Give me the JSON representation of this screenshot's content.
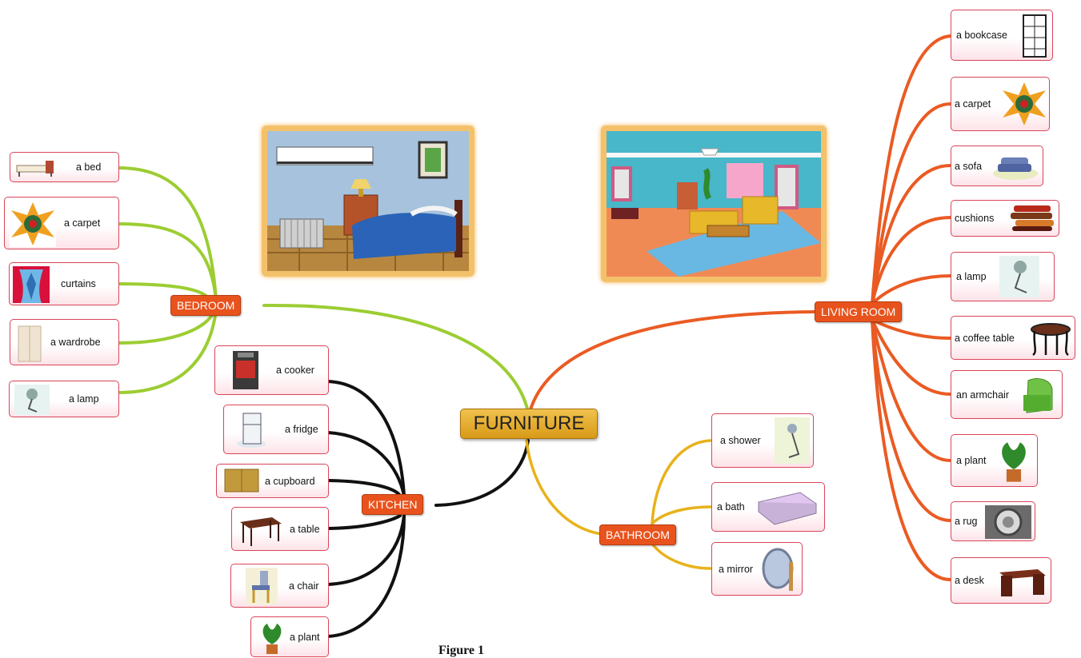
{
  "center": "FURNITURE",
  "caption": "Figure 1",
  "colors": {
    "bedroom": "#9ccd33",
    "kitchen": "#111111",
    "bathroom": "#e8b21b",
    "living": "#ea5b23"
  },
  "bedroom": {
    "label": "BEDROOM",
    "items": [
      {
        "label": "a bed",
        "icon": "bed-icon"
      },
      {
        "label": "a carpet",
        "icon": "carpet-icon"
      },
      {
        "label": "curtains",
        "icon": "curtains-icon"
      },
      {
        "label": "a wardrobe",
        "icon": "wardrobe-icon"
      },
      {
        "label": "a lamp",
        "icon": "lamp-icon"
      }
    ]
  },
  "kitchen": {
    "label": "KITCHEN",
    "items": [
      {
        "label": "a cooker",
        "icon": "cooker-icon"
      },
      {
        "label": "a fridge",
        "icon": "fridge-icon"
      },
      {
        "label": "a cupboard",
        "icon": "cupboard-icon"
      },
      {
        "label": "a table",
        "icon": "table-icon"
      },
      {
        "label": "a chair",
        "icon": "chair-icon"
      },
      {
        "label": "a plant",
        "icon": "plant-icon"
      }
    ]
  },
  "bathroom": {
    "label": "BATHROOM",
    "items": [
      {
        "label": "a shower",
        "icon": "shower-icon"
      },
      {
        "label": "a bath",
        "icon": "bath-icon"
      },
      {
        "label": "a mirror",
        "icon": "mirror-icon"
      }
    ]
  },
  "living": {
    "label": "LIVING ROOM",
    "items": [
      {
        "label": "a bookcase",
        "icon": "bookcase-icon"
      },
      {
        "label": "a carpet",
        "icon": "carpet-icon"
      },
      {
        "label": "a sofa",
        "icon": "sofa-icon"
      },
      {
        "label": "cushions",
        "icon": "cushions-icon"
      },
      {
        "label": "a lamp",
        "icon": "lamp-icon"
      },
      {
        "label": "a coffee table",
        "icon": "coffee-table-icon"
      },
      {
        "label": "an armchair",
        "icon": "armchair-icon"
      },
      {
        "label": "a plant",
        "icon": "plant-icon"
      },
      {
        "label": "a rug",
        "icon": "rug-icon"
      },
      {
        "label": "a desk",
        "icon": "desk-icon"
      }
    ]
  }
}
